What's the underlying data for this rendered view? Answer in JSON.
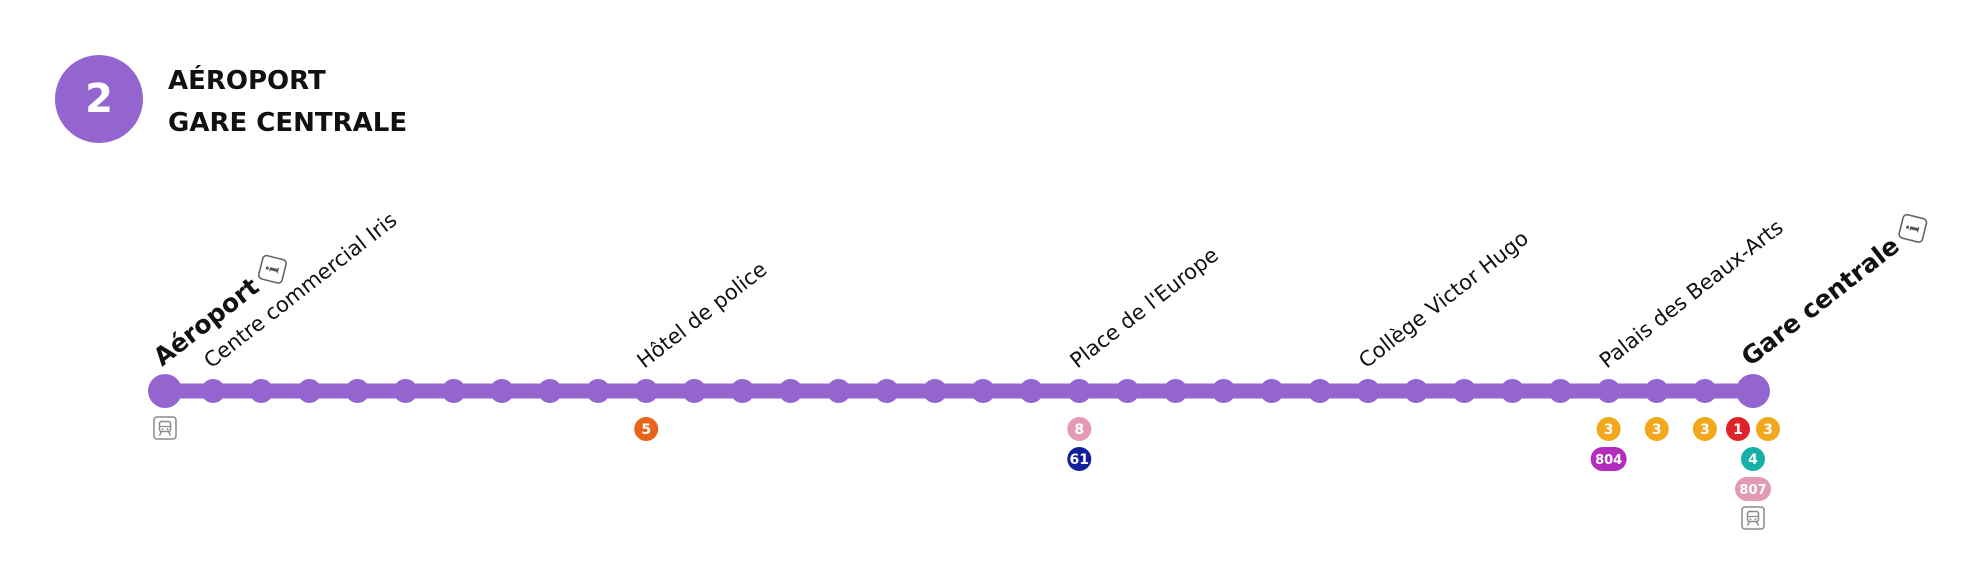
{
  "line": {
    "number": "2",
    "color": "#9565cf",
    "title_lines": [
      "AÉROPORT",
      "GARE CENTRALE"
    ]
  },
  "info_icon_glyph": "i",
  "colors": {
    "line": "#9565cf",
    "train_icon": "#8a8a8a",
    "dot_white": "#ffffff"
  },
  "stations": {
    "count": 34,
    "terminus_indices": [
      0,
      33
    ],
    "labeled": [
      {
        "index": 0,
        "name": "Aéroport",
        "terminus": true,
        "info_icon": true,
        "train_icon": true
      },
      {
        "index": 1,
        "name": "Centre commercial Iris"
      },
      {
        "index": 10,
        "name": "Hôtel de police"
      },
      {
        "index": 19,
        "name": "Place de l'Europe"
      },
      {
        "index": 25,
        "name": "Collège Victor Hugo"
      },
      {
        "index": 30,
        "name": "Palais des Beaux-Arts"
      },
      {
        "index": 33,
        "name": "Gare centrale",
        "terminus": true,
        "info_icon": true,
        "train_icon": true
      }
    ]
  },
  "connections": [
    {
      "station_index": 10,
      "badges": [
        [
          {
            "label": "5",
            "color": "#e8641b"
          }
        ]
      ]
    },
    {
      "station_index": 19,
      "badges": [
        [
          {
            "label": "8",
            "color": "#e39ab5"
          }
        ],
        [
          {
            "label": "61",
            "color": "#11209a"
          }
        ]
      ]
    },
    {
      "station_index": 30,
      "badges": [
        [
          {
            "label": "3",
            "color": "#f2a81d"
          }
        ],
        [
          {
            "label": "804",
            "color": "#b42cbe",
            "wide": true
          }
        ]
      ]
    },
    {
      "station_index": 31,
      "badges": [
        [
          {
            "label": "3",
            "color": "#f2a81d"
          }
        ]
      ]
    },
    {
      "station_index": 32,
      "badges": [
        [
          {
            "label": "3",
            "color": "#f2a81d"
          }
        ]
      ]
    },
    {
      "station_index": 33,
      "badges": [
        [
          {
            "label": "1",
            "color": "#e0232a"
          },
          {
            "label": "3",
            "color": "#f2a81d"
          }
        ],
        [
          {
            "label": "4",
            "color": "#16b0a8"
          }
        ],
        [
          {
            "label": "807",
            "color": "#e39ab5",
            "wide": true
          }
        ]
      ]
    }
  ]
}
